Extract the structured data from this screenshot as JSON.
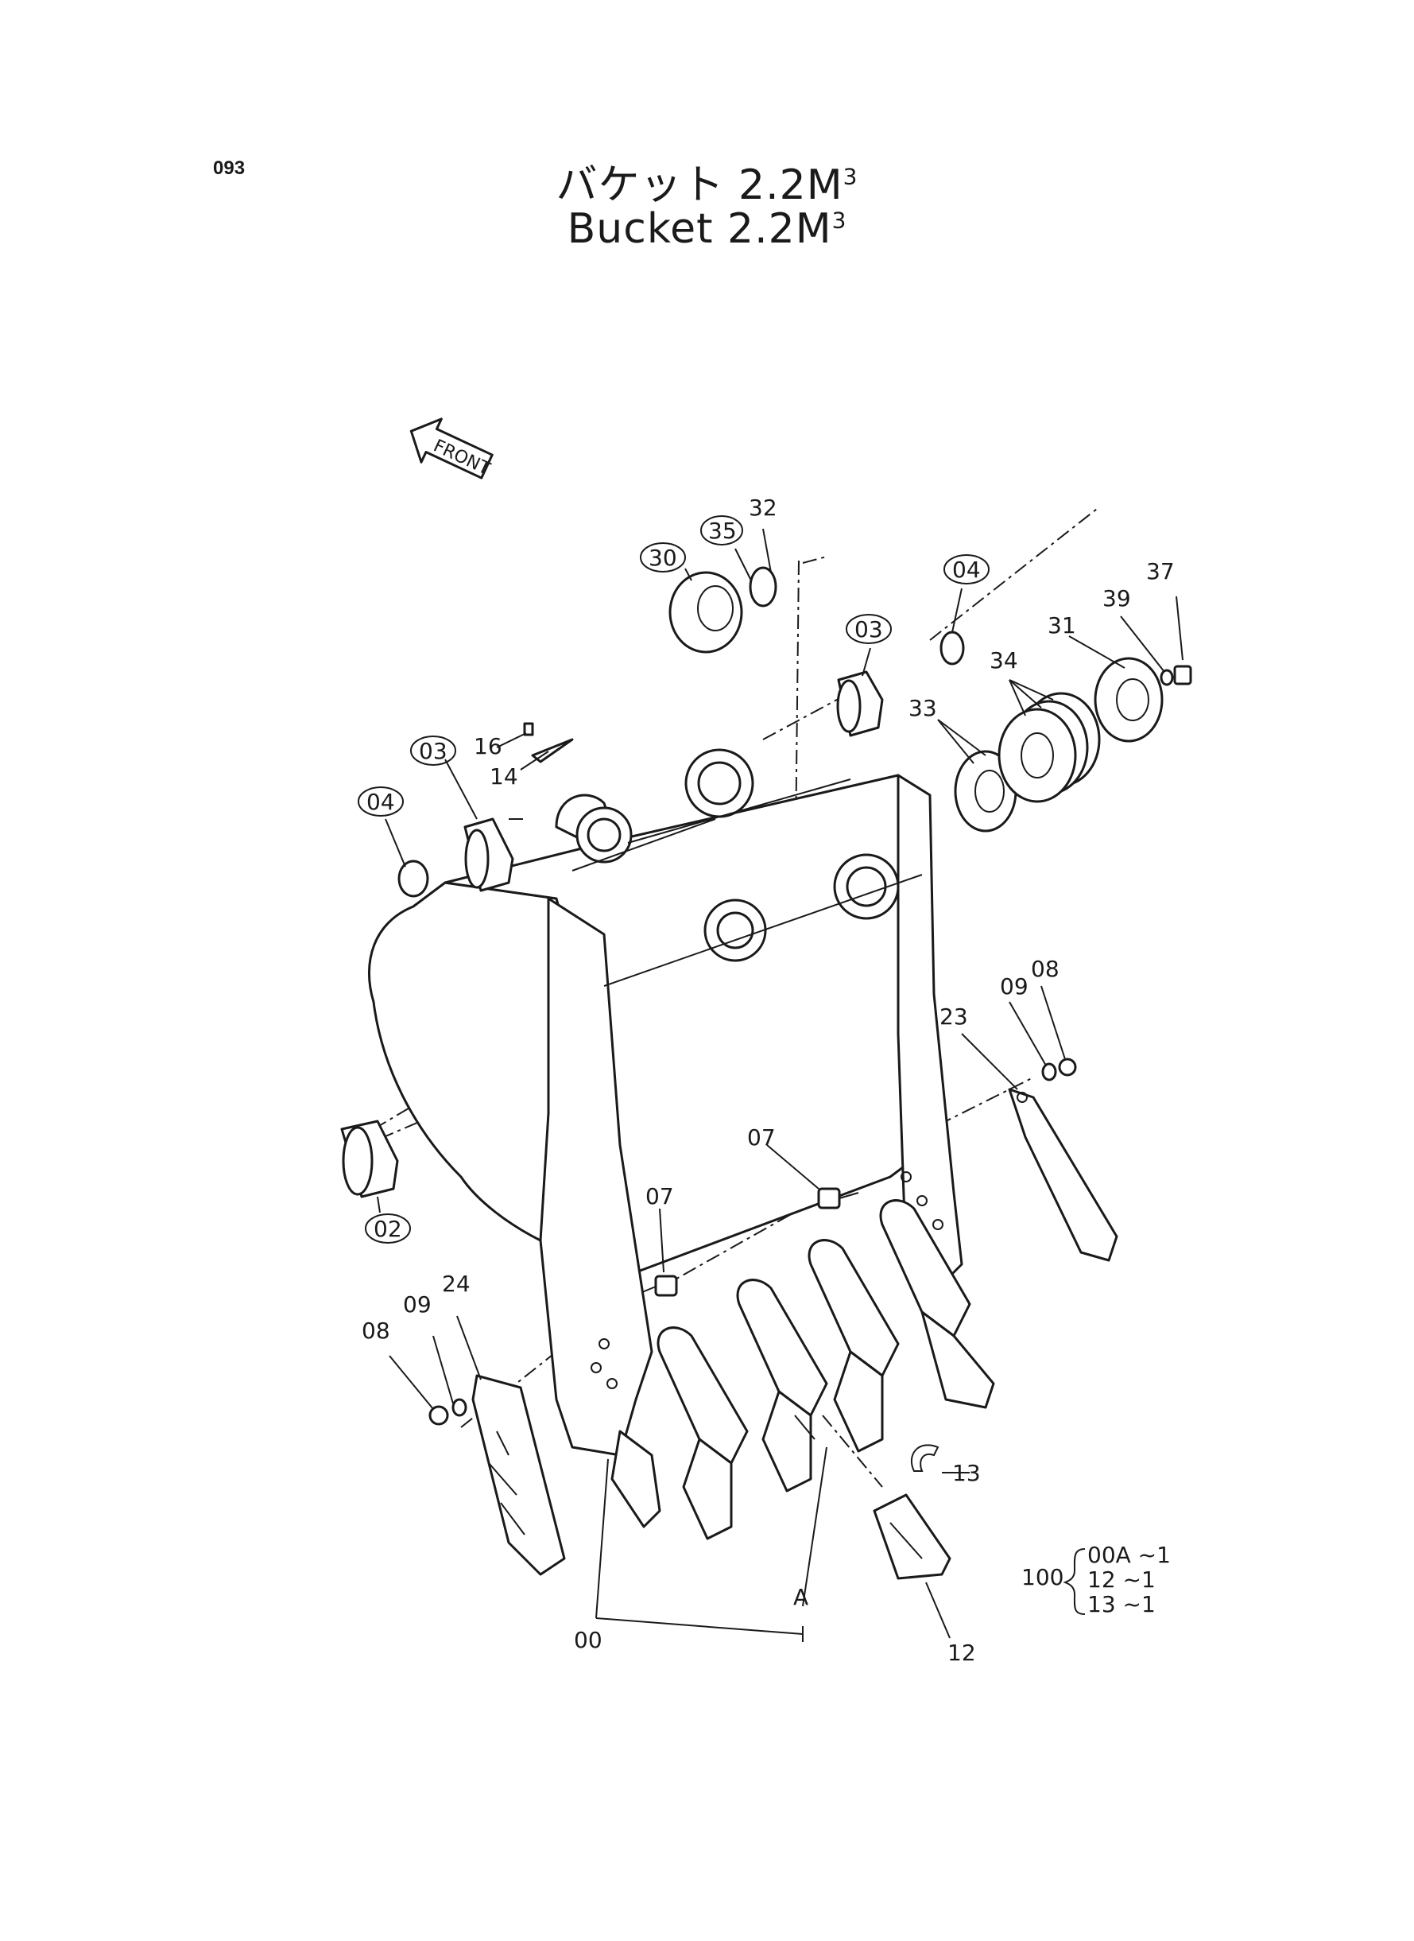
{
  "page_number": "093",
  "title_jp": "バケット 2.2M",
  "title_en": "Bucket  2.2M",
  "title_superscript": "3",
  "front_marker": "FRONT",
  "callouts": [
    {
      "id": "c32",
      "text": "32",
      "circled": false
    },
    {
      "id": "c35",
      "text": "35",
      "circled": true
    },
    {
      "id": "c30",
      "text": "30",
      "circled": true
    },
    {
      "id": "c04a",
      "text": "04",
      "circled": true
    },
    {
      "id": "c03a",
      "text": "03",
      "circled": true
    },
    {
      "id": "c37",
      "text": "37",
      "circled": false
    },
    {
      "id": "c39",
      "text": "39",
      "circled": false
    },
    {
      "id": "c31",
      "text": "31",
      "circled": false
    },
    {
      "id": "c34",
      "text": "34",
      "circled": false
    },
    {
      "id": "c33",
      "text": "33",
      "circled": false
    },
    {
      "id": "c16",
      "text": "16",
      "circled": false
    },
    {
      "id": "c14",
      "text": "14",
      "circled": false
    },
    {
      "id": "c03b",
      "text": "03",
      "circled": true
    },
    {
      "id": "c04b",
      "text": "04",
      "circled": true
    },
    {
      "id": "c09a",
      "text": "09",
      "circled": false
    },
    {
      "id": "c08a",
      "text": "08",
      "circled": false
    },
    {
      "id": "c23",
      "text": "23",
      "circled": false
    },
    {
      "id": "c07a",
      "text": "07",
      "circled": false
    },
    {
      "id": "c07b",
      "text": "07",
      "circled": false
    },
    {
      "id": "c02",
      "text": "02",
      "circled": true
    },
    {
      "id": "c24",
      "text": "24",
      "circled": false
    },
    {
      "id": "c09b",
      "text": "09",
      "circled": false
    },
    {
      "id": "c08b",
      "text": "08",
      "circled": false
    },
    {
      "id": "c13",
      "text": "13",
      "circled": false
    },
    {
      "id": "cA",
      "text": "A",
      "circled": false
    },
    {
      "id": "c00",
      "text": "00",
      "circled": false
    },
    {
      "id": "c12",
      "text": "12",
      "circled": false
    }
  ],
  "kit": {
    "number": "100",
    "items": [
      "00A ~1",
      "12  ~1",
      "13  ~1"
    ]
  }
}
